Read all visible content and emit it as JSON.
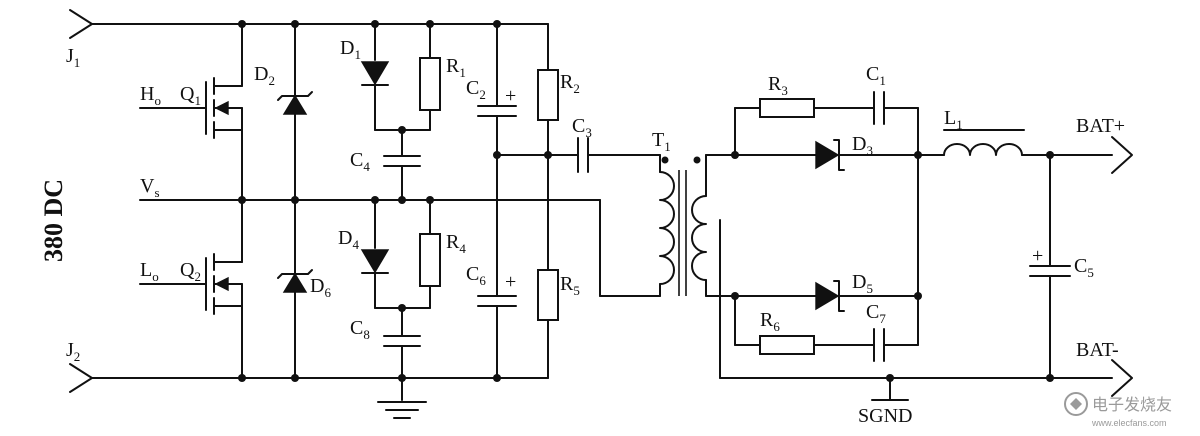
{
  "labels": {
    "j1": "J",
    "j1_sub": "1",
    "j2": "J",
    "j2_sub": "2",
    "ho": "H",
    "ho_sub": "o",
    "lo": "L",
    "lo_sub": "o",
    "vs": "V",
    "vs_sub": "s",
    "supply": "380 DC",
    "q1": "Q",
    "q1_sub": "1",
    "q2": "Q",
    "q2_sub": "2",
    "d1": "D",
    "d1_sub": "1",
    "d2": "D",
    "d2_sub": "2",
    "d3": "D",
    "d3_sub": "3",
    "d4": "D",
    "d4_sub": "4",
    "d5": "D",
    "d5_sub": "5",
    "d6": "D",
    "d6_sub": "6",
    "r1": "R",
    "r1_sub": "1",
    "r2": "R",
    "r2_sub": "2",
    "r3": "R",
    "r3_sub": "3",
    "r4": "R",
    "r4_sub": "4",
    "r5": "R",
    "r5_sub": "5",
    "r6": "R",
    "r6_sub": "6",
    "c1": "C",
    "c1_sub": "1",
    "c2": "C",
    "c2_sub": "2",
    "c3": "C",
    "c3_sub": "3",
    "c4": "C",
    "c4_sub": "4",
    "c5": "C",
    "c5_sub": "5",
    "c6": "C",
    "c6_sub": "6",
    "c7": "C",
    "c7_sub": "7",
    "c8": "C",
    "c8_sub": "8",
    "t1": "T",
    "t1_sub": "1",
    "l1": "L",
    "l1_sub": "1",
    "plus": "+",
    "bat_pos": "BAT+",
    "bat_neg": "BAT-",
    "sgnd": "SGND"
  },
  "watermark": "电子发烧友",
  "watermark_url": "www.elecfans.com"
}
